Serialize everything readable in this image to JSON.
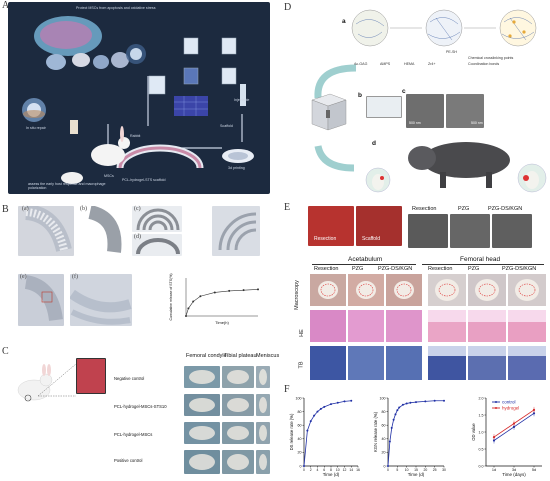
{
  "panels": {
    "A": "A",
    "B": "B",
    "C": "C",
    "D": "D",
    "E": "E",
    "F": "F"
  },
  "panelA": {
    "texts": [
      "Protect MSCs from apoptosis and oxidative stress",
      "Injectable",
      "In situ repair",
      "MSCs",
      "PCL-hydrogel-STS scaffold",
      "3d printing",
      "Rabbit",
      "Scaffold",
      "assess the early host response and macrophage polarization"
    ]
  },
  "panelB": {
    "sublabels": [
      "(a)",
      "(b)",
      "(c)",
      "(d)",
      "(e)",
      "(f)"
    ],
    "chart": {
      "type": "line",
      "ylabel": "Cumulative release of STS(%)",
      "xlabel": "Time(h)",
      "x": [
        0,
        2,
        6,
        12,
        24,
        36,
        48,
        60
      ],
      "y": [
        0,
        20,
        38,
        52,
        62,
        66,
        68,
        70
      ],
      "xlim": [
        0,
        60
      ],
      "ylim": [
        0,
        100
      ]
    }
  },
  "panelC": {
    "columns": [
      "Femoral condyle",
      "Tibial plateau",
      "Meniscus"
    ],
    "rows": [
      "Negative control",
      "PCL-hydrogel-MSCs-STS10",
      "PCL-hydrogel-MSCs",
      "Positive control"
    ]
  },
  "panelD": {
    "sublabels": [
      "a",
      "b",
      "c",
      "d"
    ],
    "legend": [
      "PE-SH",
      "Chemical crosslinking points",
      "Coordination bonds",
      "Ac-GAG",
      "AMPS",
      "HEMA",
      "Zr4+"
    ],
    "scale": [
      "500 nm",
      "500 nm"
    ]
  },
  "panelE": {
    "top_labels": [
      "Resection",
      "Scaffold"
    ],
    "group_labels": [
      "Resection",
      "PZG",
      "PZG-DS/KGN"
    ],
    "section_titles": [
      "Acetabulum",
      "Femoral head"
    ],
    "column_labels": [
      "Resection",
      "PZG",
      "PZG-DS/KGN",
      "Resection",
      "PZG",
      "PZG-DS/KGN"
    ],
    "row_labels": [
      "Macroscopy",
      "HE",
      "TB"
    ]
  },
  "panelF": {
    "charts": [
      {
        "type": "line",
        "ylabel": "DS release rate (%)",
        "xlabel": "Time (d)",
        "x": [
          0,
          1,
          2,
          3,
          4,
          5,
          6,
          8,
          10,
          12,
          14
        ],
        "y": [
          0,
          52,
          66,
          74,
          80,
          84,
          87,
          91,
          93,
          95,
          96
        ],
        "xlim": [
          0,
          16
        ],
        "ylim": [
          0,
          100
        ],
        "xticks": [
          "0",
          "2",
          "4",
          "6",
          "8",
          "10",
          "12",
          "14",
          "16"
        ],
        "yticks": [
          "0",
          "20",
          "40",
          "60",
          "80",
          "100"
        ],
        "color": "#1f2fa5"
      },
      {
        "type": "line",
        "ylabel": "KGN release rate (%)",
        "xlabel": "Time (d)",
        "x": [
          0,
          1,
          2,
          3,
          4,
          5,
          6,
          8,
          10,
          12,
          15,
          20,
          25,
          30
        ],
        "y": [
          0,
          36,
          56,
          68,
          76,
          82,
          86,
          90,
          92,
          93,
          94,
          95,
          96,
          96
        ],
        "xlim": [
          0,
          30
        ],
        "ylim": [
          0,
          100
        ],
        "xticks": [
          "0",
          "5",
          "10",
          "15",
          "20",
          "25",
          "30"
        ],
        "yticks": [
          "0",
          "20",
          "40",
          "60",
          "80",
          "100"
        ],
        "color": "#1f2fa5"
      },
      {
        "type": "line",
        "ylabel": "OD value",
        "xlabel": "Time (days)",
        "categories": [
          "1d",
          "3d",
          "5d"
        ],
        "series": [
          {
            "name": "control",
            "values": [
              0.75,
              1.15,
              1.55
            ],
            "color": "#1f2fa5"
          },
          {
            "name": "hydrogel",
            "values": [
              0.85,
              1.25,
              1.65
            ],
            "color": "#d62728"
          }
        ],
        "ylim": [
          0,
          2.0
        ],
        "yticks": [
          "0.0",
          "0.5",
          "1.0",
          "1.5",
          "2.0"
        ]
      }
    ]
  }
}
